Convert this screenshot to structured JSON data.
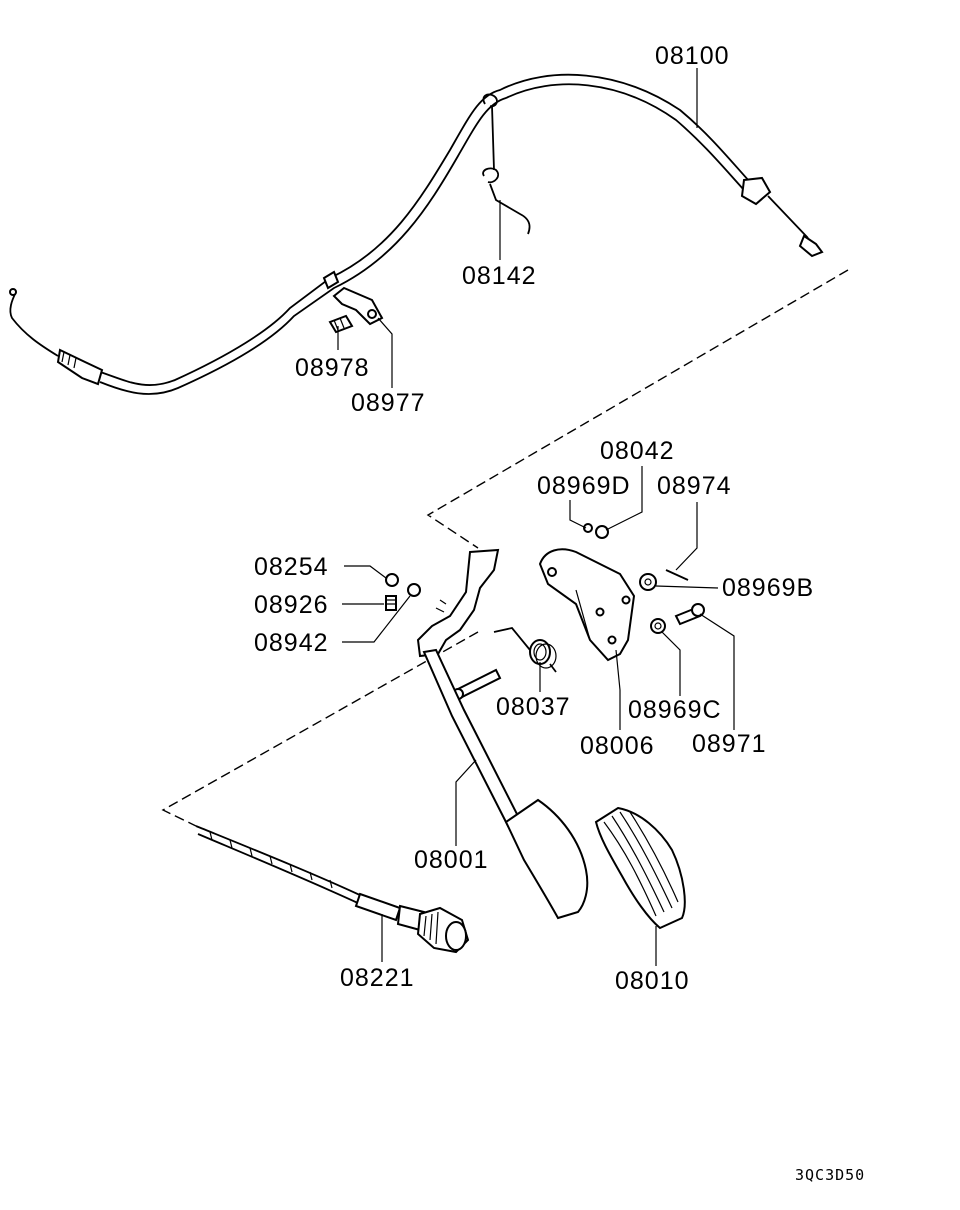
{
  "diagram": {
    "code": "3QC3D50",
    "labels": {
      "p08100": "08100",
      "p08142": "08142",
      "p08978": "08978",
      "p08977": "08977",
      "p08042": "08042",
      "p08969D": "08969D",
      "p08974": "08974",
      "p08969B": "08969B",
      "p08254": "08254",
      "p08926": "08926",
      "p08942": "08942",
      "p08037": "08037",
      "p08969C": "08969C",
      "p08006": "08006",
      "p08971": "08971",
      "p08001": "08001",
      "p08221": "08221",
      "p08010": "08010"
    }
  }
}
